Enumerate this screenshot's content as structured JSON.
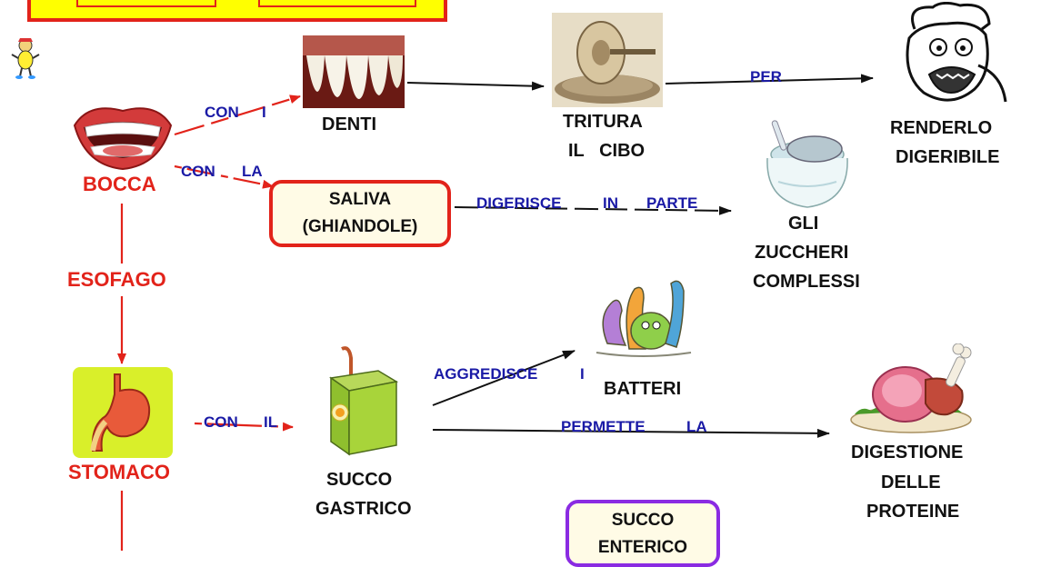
{
  "colors": {
    "red": "#e2231a",
    "blue": "#1a1aa6",
    "black": "#111111",
    "yellow": "#ffff00",
    "purple": "#8a2be2"
  },
  "nodes": {
    "bocca": "BOCCA",
    "esofago": "ESOFAGO",
    "stomaco": "STOMACO",
    "denti": "DENTI",
    "tritura_1": "TRITURA",
    "tritura_2": "IL   CIBO",
    "renderlo_1": "RENDERLO",
    "renderlo_2": "DIGERIBILE",
    "saliva_1": "SALIVA",
    "saliva_2": "(GHIANDOLE)",
    "zuccheri_1": "GLI",
    "zuccheri_2": "ZUCCHERI",
    "zuccheri_3": "COMPLESSI",
    "batteri": "BATTERI",
    "succo_gastrico_1": "SUCCO",
    "succo_gastrico_2": "GASTRICO",
    "digestione_1": "DIGESTIONE",
    "digestione_2": "DELLE",
    "digestione_3": "PROTEINE",
    "succo_enterico_1": "SUCCO",
    "succo_enterico_2": "ENTERICO"
  },
  "links": {
    "con_i_1": "CON",
    "con_i_2": "I",
    "con_la_1": "CON",
    "con_la_2": "LA",
    "per": "PER",
    "digerisce": "DIGERISCE",
    "in": "IN",
    "parte": "PARTE",
    "con_il_1": "CON",
    "con_il_2": "IL",
    "aggredisce": "AGGREDISCE",
    "i": "I",
    "permette": "PERMETTE",
    "la": "LA"
  },
  "icons": [
    "mascot-icon",
    "mouth-icon",
    "teeth-icon",
    "millstone-icon",
    "face-icon",
    "sugar-bowl-icon",
    "bacteria-icon",
    "stomach-icon",
    "juice-box-icon",
    "ham-icon"
  ]
}
